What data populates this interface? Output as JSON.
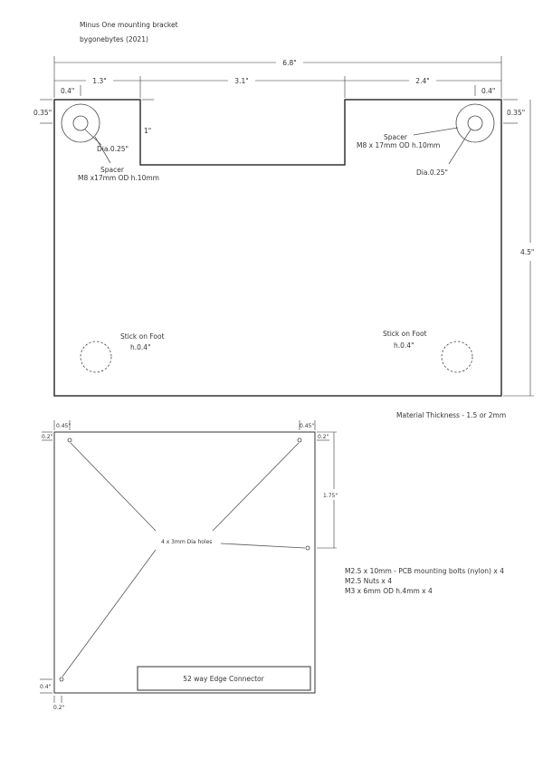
{
  "header": {
    "title": "Minus One mounting bracket",
    "author": "bygonebytes (2021)"
  },
  "bracket": {
    "dims": {
      "overall_width": "6.8\"",
      "left_span": "1.3\"",
      "cutout_width": "3.1\"",
      "right_span": "2.4\"",
      "left_hole_x": "0.4\"",
      "right_hole_x": "0.4\"",
      "left_hole_y": "0.35\"",
      "right_hole_y": "0.35\"",
      "cutout_depth": "1\"",
      "height": "4.5\""
    },
    "left_hole": {
      "dia": "Dia.0.25\"",
      "spacer_title": "Spacer",
      "spacer_spec": "M8 x17mm OD h.10mm"
    },
    "right_hole": {
      "dia": "Dia.0.25\"",
      "spacer_title": "Spacer",
      "spacer_spec": "M8 x 17mm OD h.10mm"
    },
    "left_foot": {
      "title": "Stick on Foot",
      "height": "h.0.4\""
    },
    "right_foot": {
      "title": "Stick on Foot",
      "height": "h.0.4\""
    },
    "material_note": "Material Thickness - 1.5 or 2mm"
  },
  "pcb": {
    "dims": {
      "top_left_x": "0.45\"",
      "top_right_x": "0.45\"",
      "top_left_y": "0.2\"",
      "top_right_y": "0.2\"",
      "right_hole_drop": "1.75\"",
      "bottom_left_y": "0.4\"",
      "bottom_left_x": "0.2\""
    },
    "holes_label": "4 x 3mm Dia holes",
    "edge_connector": "52 way Edge Connector",
    "parts": [
      "M2.5 x 10mm - PCB mounting bolts (nylon) x 4",
      "M2.5 Nuts x 4",
      "M3 x 6mm OD h.4mm x 4"
    ]
  }
}
